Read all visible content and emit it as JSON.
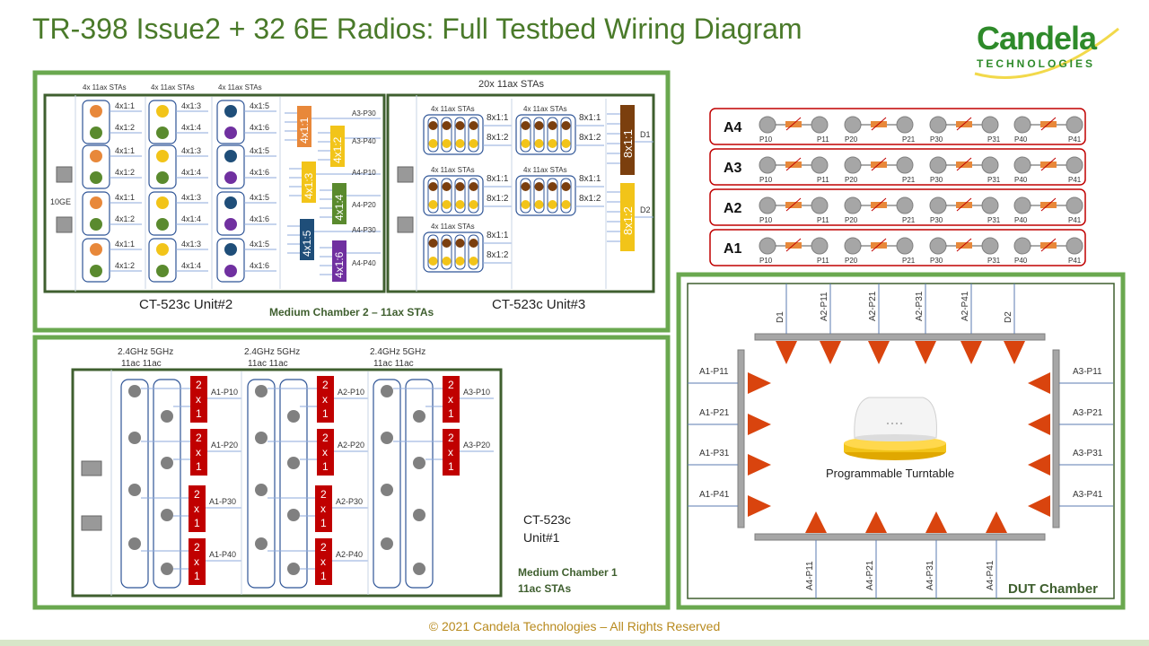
{
  "title": "TR-398 Issue2 + 32 6E Radios: Full Testbed Wiring Diagram",
  "logo": {
    "main": "Candela",
    "sub": "TECHNOLOGIES"
  },
  "footer": "© 2021 Candela Technologies – All Rights Reserved",
  "chamber2": {
    "label": "Medium Chamber 2 – 11ax STAs",
    "unit2": "CT-523c Unit#2",
    "unit3": "CT-523c Unit#3",
    "tenge": "10GE",
    "col_headers": [
      "4x 11ax STAs",
      "4x 11ax STAs",
      "4x 11ax STAs"
    ],
    "col1_labels": [
      "4x1:1",
      "4x1:2",
      "4x1:1",
      "4x1:2",
      "4x1:1",
      "4x1:2",
      "4x1:1",
      "4x1:2"
    ],
    "col2_labels": [
      "4x1:3",
      "4x1:4",
      "4x1:3",
      "4x1:4",
      "4x1:3",
      "4x1:4",
      "4x1:3",
      "4x1:4"
    ],
    "col3_labels": [
      "4x1:5",
      "4x1:6",
      "4x1:5",
      "4x1:6",
      "4x1:5",
      "4x1:6",
      "4x1:5",
      "4x1:6"
    ],
    "combiners": [
      "4x1:1",
      "4x1:2",
      "4x1:3",
      "4x1:4",
      "4x1:5",
      "4x1:6"
    ],
    "ports": [
      "A3-P30",
      "A3-P40",
      "A4-P10",
      "A4-P20",
      "A4-P30",
      "A4-P40"
    ],
    "unit3_header": "20x 11ax STAs",
    "sta_group": "4x 11ax STAs",
    "unit3_labels": [
      "8x1:1",
      "8x1:2"
    ],
    "big_combiners": [
      "8x1:1",
      "8x1:2"
    ],
    "d_ports": [
      "D1",
      "D2"
    ]
  },
  "chamber1": {
    "label_line1": "Medium Chamber 1",
    "label_line2": "11ac STAs",
    "unit_line1": "CT-523c",
    "unit_line2": "Unit#1",
    "band_top": "2.4GHz 5GHz",
    "band_bottom": "11ac     11ac",
    "splitter": [
      "2",
      "x",
      "1"
    ],
    "groups": [
      [
        "A1-P10",
        "A1-P20",
        "A1-P30",
        "A1-P40"
      ],
      [
        "A2-P10",
        "A2-P20",
        "A2-P30",
        "A2-P40"
      ],
      [
        "A3-P10",
        "A3-P20"
      ]
    ]
  },
  "attenuators": {
    "rows": [
      "A4",
      "A3",
      "A2",
      "A1"
    ],
    "ports": [
      "P10",
      "P11",
      "P20",
      "P21",
      "P30",
      "P31",
      "P40",
      "P41"
    ]
  },
  "dut": {
    "label": "DUT Chamber",
    "turntable": "Programmable Turntable",
    "top": [
      "D1",
      "A2-P11",
      "A2-P21",
      "A2-P31",
      "A2-P41",
      "D2"
    ],
    "left": [
      "A1-P11",
      "A1-P21",
      "A1-P31",
      "A1-P41"
    ],
    "right": [
      "A3-P11",
      "A3-P21",
      "A3-P31",
      "A3-P41"
    ],
    "bottom": [
      "A4-P11",
      "A4-P21",
      "A4-P31",
      "A4-P41"
    ]
  },
  "colors": {
    "green": "#6aa84f",
    "dark_green": "#3f5f2f",
    "orange": "#e8883a",
    "yellow": "#f2c419",
    "olive": "#5a8a2e",
    "navy": "#1f4e79",
    "purple": "#7030a0",
    "brown": "#7b3f0e",
    "red": "#c00000",
    "arrow": "#d9440e"
  }
}
